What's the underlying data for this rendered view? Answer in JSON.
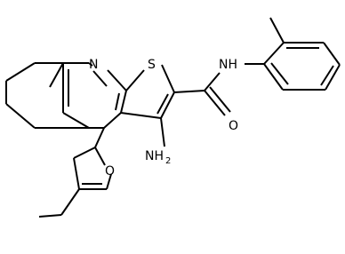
{
  "structure": {
    "atoms": {
      "N_ring": "N",
      "S_ring": "S",
      "NH_amide": "NH",
      "O_carbonyl": "O",
      "NH2_main": "NH",
      "NH2_sub": "2",
      "O_furan": "O"
    }
  }
}
